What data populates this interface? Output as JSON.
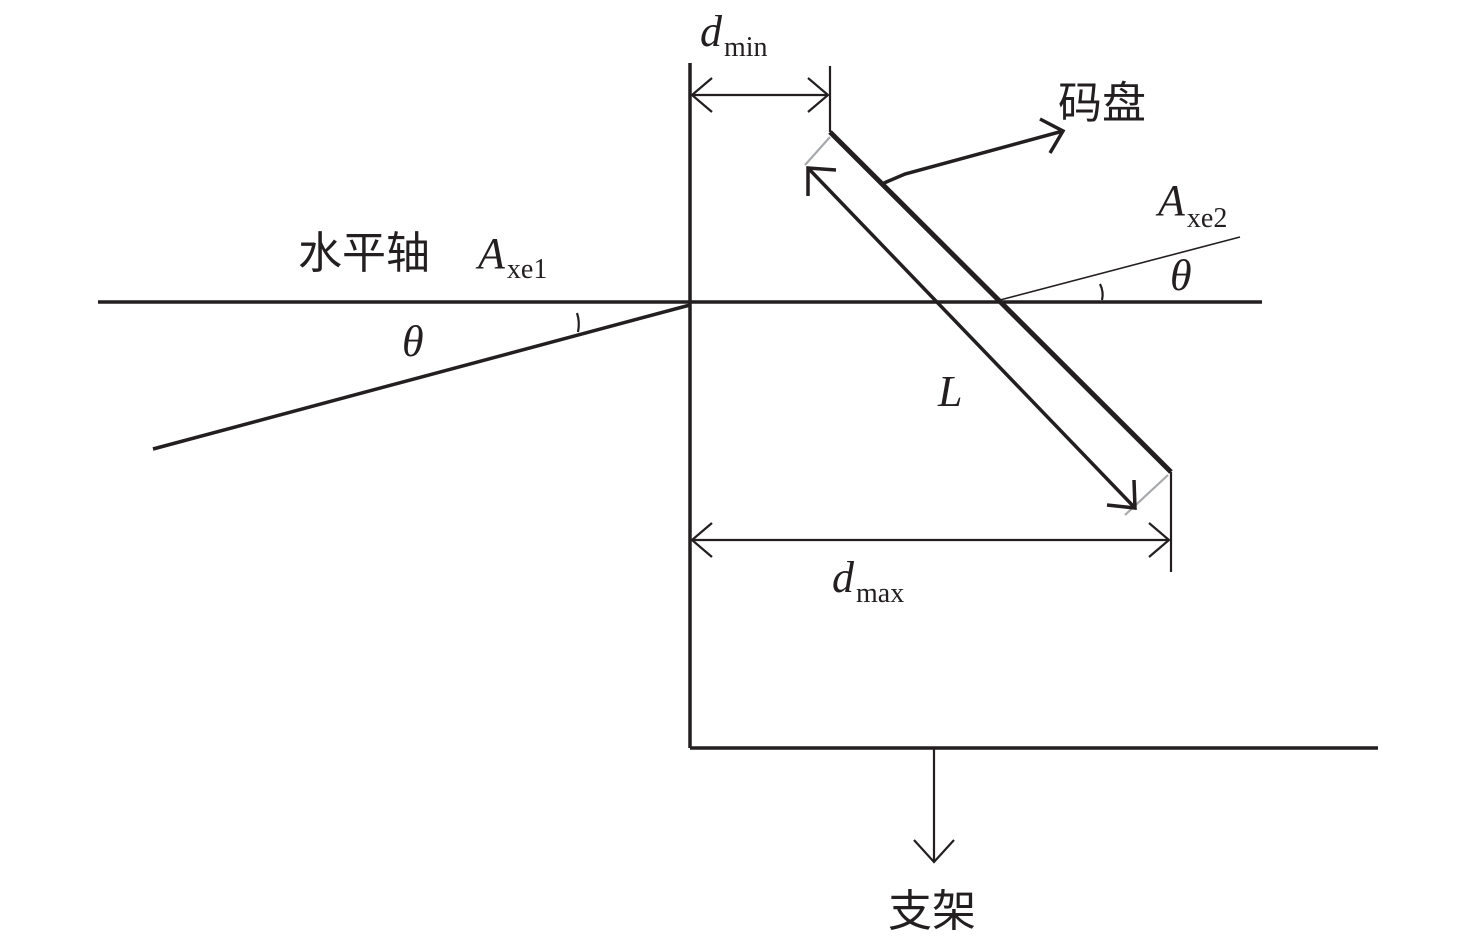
{
  "labels": {
    "horizontal_axis_cn": "水平轴",
    "axis1_main": "A",
    "axis1_sub": "xe1",
    "axis2_main": "A",
    "axis2_sub": "xe2",
    "theta_left": "θ",
    "theta_right": "θ",
    "d_min_main": "d",
    "d_min_sub": "min",
    "d_max_main": "d",
    "d_max_sub": "max",
    "length_L": "L",
    "code_disk": "码盘",
    "bracket": "支架"
  },
  "colors": {
    "ink": "#231f20",
    "gray": "#a7a9ac",
    "background": "#ffffff"
  }
}
